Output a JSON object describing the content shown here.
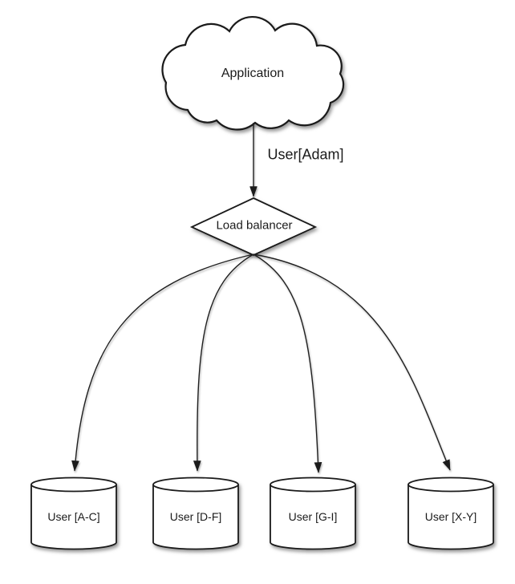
{
  "diagram": {
    "type": "architecture-flowchart",
    "colors": {
      "background": "#ffffff",
      "shape_fill": "#ffffff",
      "stroke": "#1a1a1a",
      "text": "#1b1b1b"
    },
    "nodes": {
      "application": {
        "label": "Application",
        "shape": "cloud"
      },
      "load_balancer": {
        "label": "Load balancer",
        "shape": "diamond"
      },
      "shards": [
        {
          "label": "User [A-C]",
          "shape": "cylinder"
        },
        {
          "label": "User [D-F]",
          "shape": "cylinder"
        },
        {
          "label": "User [G-I]",
          "shape": "cylinder"
        },
        {
          "label": "User [X-Y]",
          "shape": "cylinder"
        }
      ]
    },
    "edges": {
      "app_to_lb_label": "User[Adam]"
    }
  }
}
